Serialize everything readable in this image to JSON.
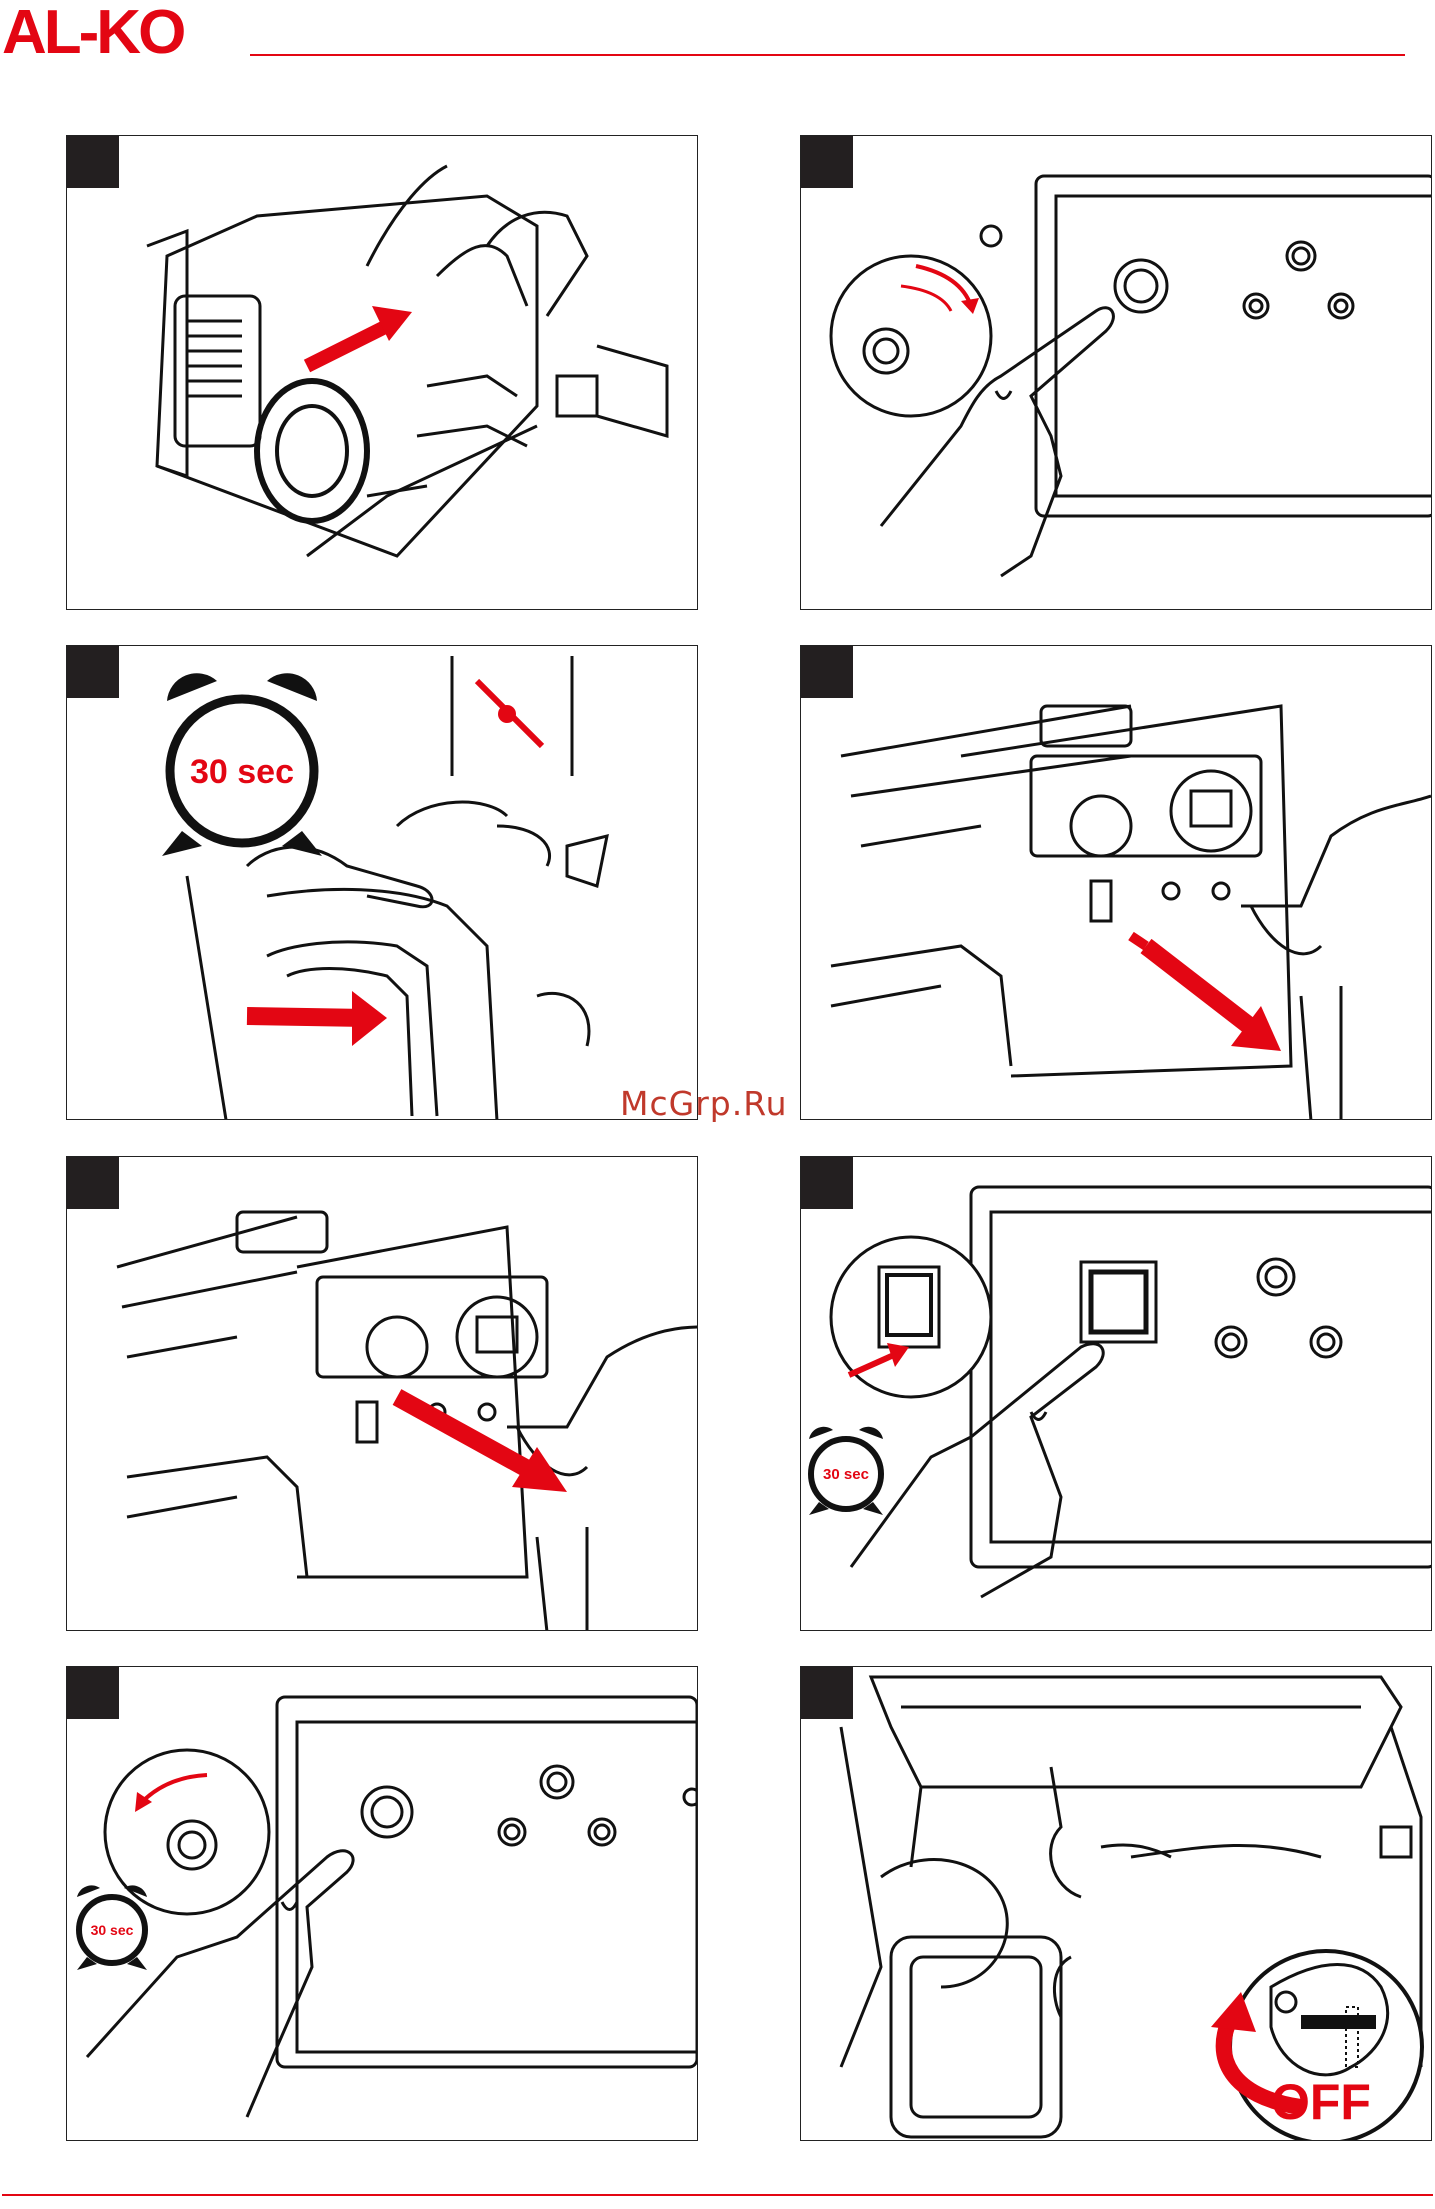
{
  "header": {
    "brand": "AL-KO",
    "brand_color": "#e30613"
  },
  "watermark": "McGrp.Ru",
  "panels": [
    {
      "id": 1,
      "timer": ""
    },
    {
      "id": 2,
      "timer": ""
    },
    {
      "id": 3,
      "timer": "30 sec"
    },
    {
      "id": 4,
      "timer": ""
    },
    {
      "id": 5,
      "timer": ""
    },
    {
      "id": 6,
      "timer": "30 sec"
    },
    {
      "id": 7,
      "timer": "30 sec"
    },
    {
      "id": 8,
      "timer": "",
      "label": "OFF"
    }
  ],
  "icons": [
    "alarm-clock-icon",
    "pointing-hand-icon",
    "red-arrow-icon",
    "plug-icon",
    "fuel-tap-icon"
  ]
}
